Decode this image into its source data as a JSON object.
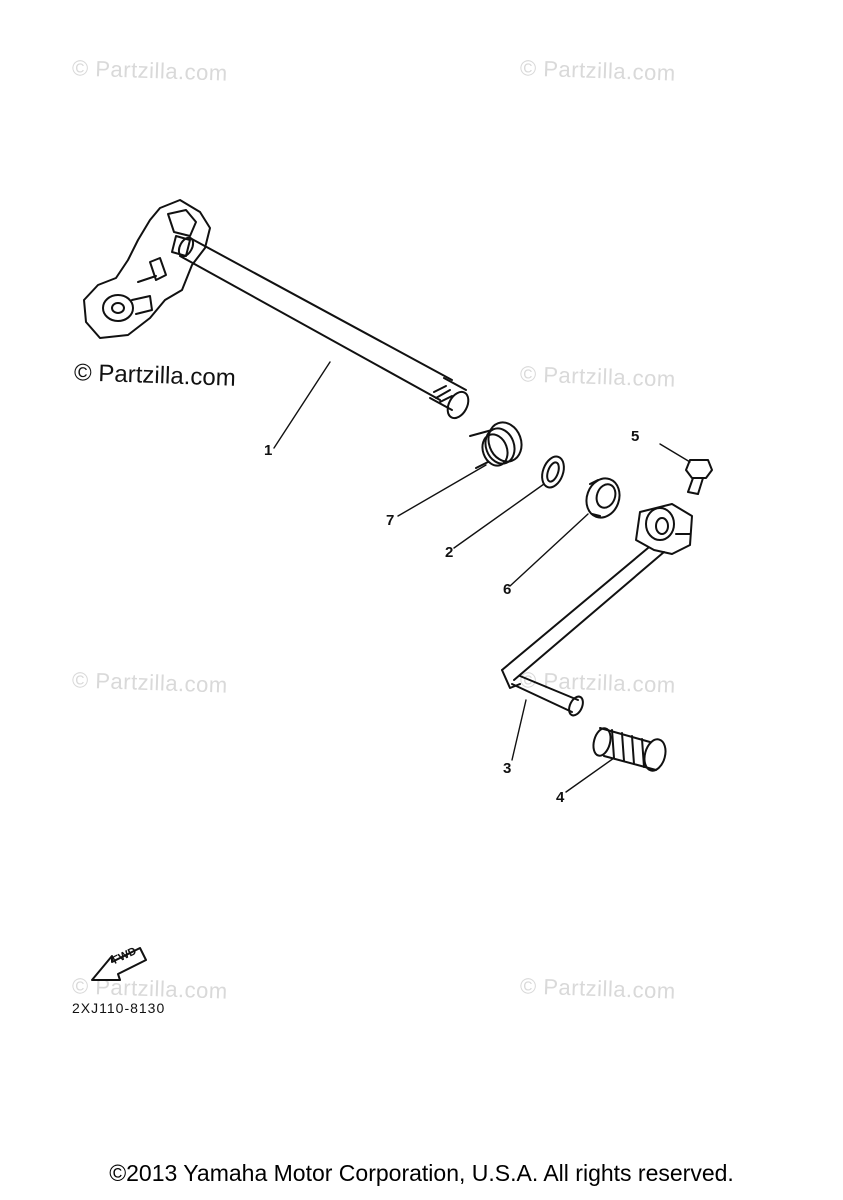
{
  "watermarks": [
    "© Partzilla.com",
    "© Partzilla.com",
    "© Partzilla.com",
    "© Partzilla.com",
    "© Partzilla.com",
    "© Partzilla.com",
    "© Partzilla.com",
    "© Partzilla.com"
  ],
  "watermark_main": "© Partzilla.com",
  "callouts": {
    "shift_shaft": "1",
    "circlip": "2",
    "shift_pedal": "3",
    "rubber": "4",
    "bolt": "5",
    "oil_seal": "6",
    "spring": "7"
  },
  "fwd_label": "FWD",
  "diagram_code": "2XJ110-8130",
  "copyright": "©2013 Yamaha Motor Corporation, U.S.A. All rights reserved.",
  "colors": {
    "ink": "#111111",
    "watermark": "#d9d9d9"
  }
}
